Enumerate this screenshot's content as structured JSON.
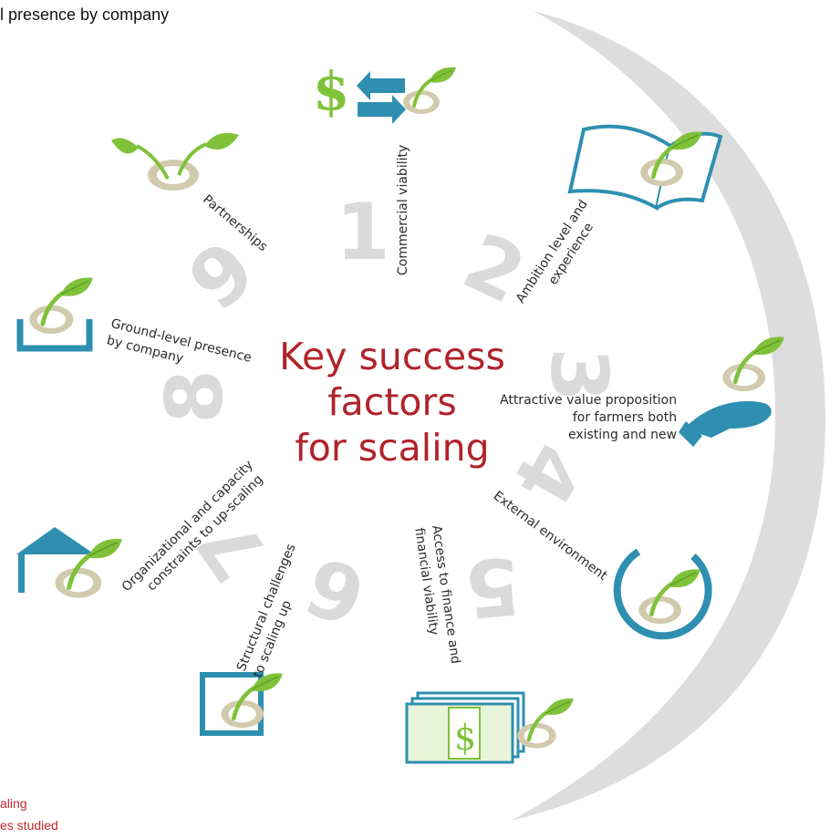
{
  "header_fragment": "l presence by company",
  "footer_fragments": [
    "aling",
    "es studied"
  ],
  "title_lines": [
    "Key success",
    "factors",
    "for scaling"
  ],
  "factors": [
    {
      "number": "1",
      "label_lines": [
        "Commercial viability"
      ],
      "icon": "dollar-exchange-icon"
    },
    {
      "number": "2",
      "label_lines": [
        "Ambition level and",
        "experience"
      ],
      "icon": "book-sprout-icon"
    },
    {
      "number": "3",
      "label_lines": [
        "Attractive value proposition",
        "for farmers both",
        "existing and new"
      ],
      "icon": "hand-sprout-icon"
    },
    {
      "number": "4",
      "label_lines": [
        "External environment"
      ],
      "icon": "circle-sprout-icon"
    },
    {
      "number": "5",
      "label_lines": [
        "Access to finance and",
        "financial viability"
      ],
      "icon": "banknotes-sprout-icon"
    },
    {
      "number": "6",
      "label_lines": [
        "Structural challenges",
        "to scaling up"
      ],
      "icon": "frame-sprout-icon"
    },
    {
      "number": "7",
      "label_lines": [
        "Organizational and capacity",
        "constraints to up-scaling"
      ],
      "icon": "roof-sprout-icon"
    },
    {
      "number": "8",
      "label_lines": [
        "Ground-level presence",
        "by company"
      ],
      "icon": "tray-sprout-icon"
    },
    {
      "number": "9",
      "label_lines": [
        "Partnerships"
      ],
      "icon": "double-sprout-icon"
    }
  ],
  "colors": {
    "title": "#b0232a",
    "teal": "#2e8fb0",
    "leaf": "#7fc23a",
    "seed": "#cdc4a6",
    "number": "#dadada",
    "ring": "#d6d6d6"
  }
}
